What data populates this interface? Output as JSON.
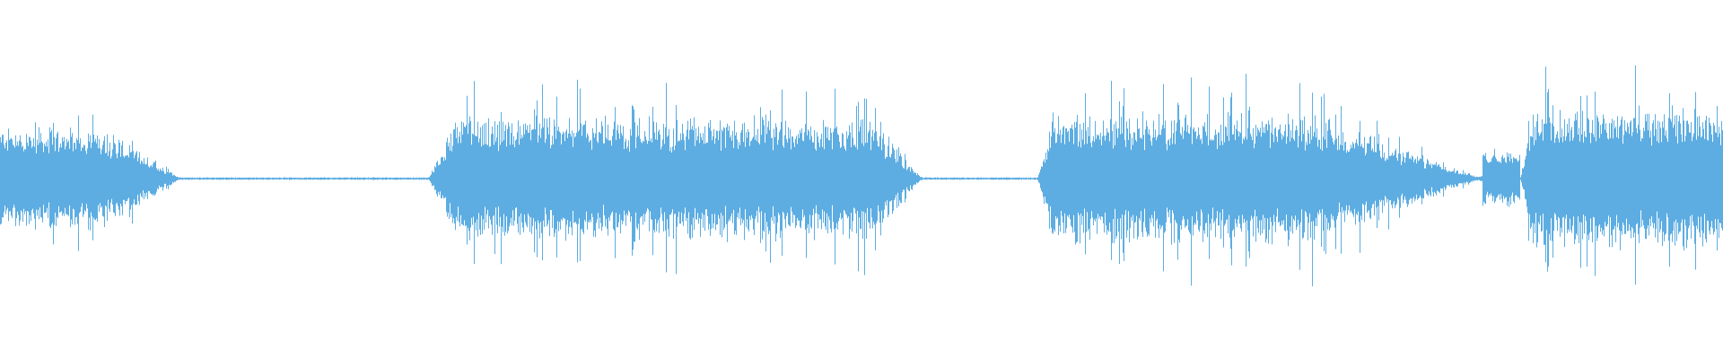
{
  "waveform": {
    "color": "#5dade2",
    "background": "#ffffff",
    "segments": [
      {
        "name": "burst-1",
        "start": 0.0,
        "peak_start": 0.0,
        "peak_end": 0.06,
        "end": 0.105,
        "level": 0.38,
        "spike": 0.56
      },
      {
        "name": "silence-1",
        "start": 0.105,
        "end": 0.248,
        "level": 0.01
      },
      {
        "name": "burst-2",
        "start": 0.248,
        "peak_start": 0.265,
        "peak_end": 0.505,
        "end": 0.535,
        "level": 0.45,
        "spike": 0.72
      },
      {
        "name": "silence-2",
        "start": 0.535,
        "end": 0.602,
        "level": 0.01
      },
      {
        "name": "burst-3",
        "start": 0.602,
        "peak_start": 0.61,
        "peak_end": 0.76,
        "end": 0.86,
        "level": 0.48,
        "spike": 0.8
      },
      {
        "name": "dip-3",
        "start": 0.86,
        "end": 0.882,
        "level": 0.22
      },
      {
        "name": "burst-4",
        "start": 0.882,
        "peak_start": 0.89,
        "peak_end": 1.0,
        "end": 1.0,
        "level": 0.52,
        "spike": 0.88
      }
    ]
  }
}
